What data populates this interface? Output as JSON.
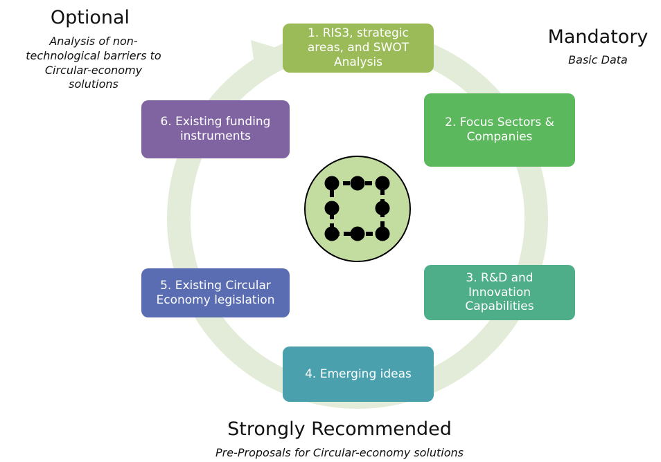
{
  "optional": {
    "title": "Optional",
    "subtitle": "Analysis of non-\ntechnological barriers to\nCircular-economy\nsolutions"
  },
  "mandatory": {
    "title": "Mandatory",
    "subtitle": "Basic Data"
  },
  "strongly_recommended": {
    "title": "Strongly Recommended",
    "subtitle": "Pre-Proposals for Circular-economy solutions"
  },
  "steps": [
    {
      "label": "1. RIS3, strategic\nareas, and SWOT\nAnalysis",
      "color": "#9bbb59"
    },
    {
      "label": "2. Focus Sectors &\nCompanies",
      "color": "#5cb85c"
    },
    {
      "label": "3. R&D and\nInnovation\nCapabilities",
      "color": "#4fae8a"
    },
    {
      "label": "4. Emerging ideas",
      "color": "#4aa0ad"
    },
    {
      "label": "5. Existing Circular\nEconomy legislation",
      "color": "#5a6db3"
    },
    {
      "label": "6. Existing funding\ninstruments",
      "color": "#8064a2"
    }
  ],
  "colors": {
    "cycle_ring": "#e3ecd8",
    "center_fill": "#c3dca0",
    "center_stroke": "#000000",
    "center_icon": "#000000"
  },
  "icons": {
    "center": "node-network-icon"
  }
}
